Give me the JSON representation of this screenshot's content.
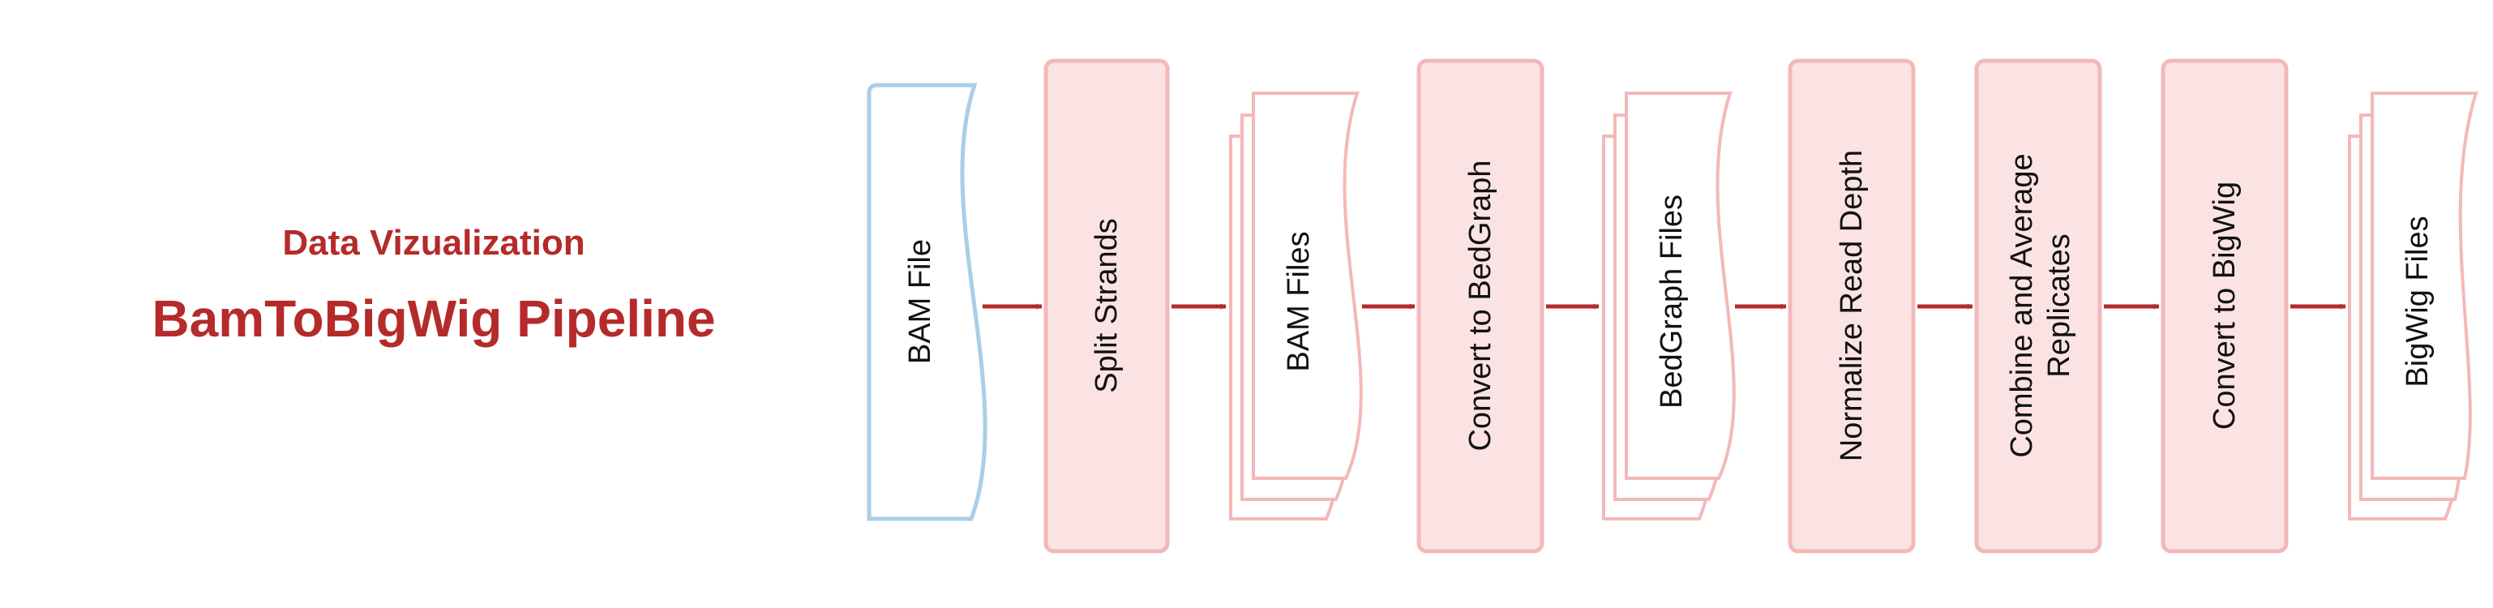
{
  "header": {
    "subtitle": "Data Vizualization",
    "title": "BamToBigWig Pipeline"
  },
  "colors": {
    "accent": "#b52a2a",
    "process_fill": "#fbe3e3",
    "process_stroke": "#f4b8b8",
    "input_stroke": "#a9cfe6"
  },
  "pipeline": {
    "steps": [
      {
        "label": "BAM File",
        "kind": "input-document"
      },
      {
        "label": "Split Strands",
        "kind": "process"
      },
      {
        "label": "BAM Files",
        "kind": "multi-document"
      },
      {
        "label": "Convert to BedGraph",
        "kind": "process"
      },
      {
        "label": "BedGraph Files",
        "kind": "multi-document"
      },
      {
        "label": "Normalize Read Depth",
        "kind": "process"
      },
      {
        "label": "Combine and Average",
        "label2": "Replicates",
        "kind": "process"
      },
      {
        "label": "Convert to BigWig",
        "kind": "process"
      },
      {
        "label": "BigWig Files",
        "kind": "multi-document"
      }
    ]
  }
}
